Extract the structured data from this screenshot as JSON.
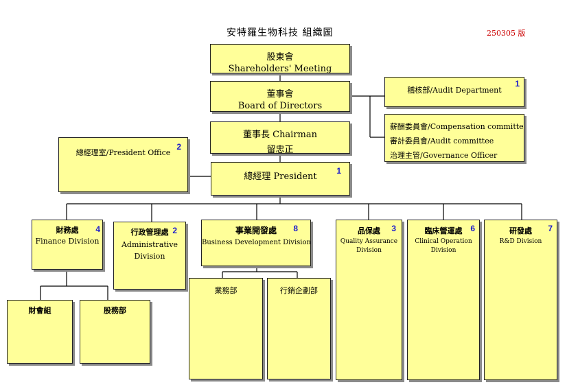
{
  "title": "安特羅生物科技 組織圖",
  "version": "250305 版",
  "shareholders": {
    "zh": "股東會",
    "en": "Shareholders' Meeting"
  },
  "board": {
    "zh": "董事會",
    "en": "Board of Directors"
  },
  "chairman": {
    "zh": "董事長 Chairman",
    "name": "留忠正"
  },
  "audit_dept": {
    "label": "稽核部/Audit Department",
    "count": "1"
  },
  "committees": {
    "items": [
      "薪酬委員會/Compensation committee",
      "審計委員會/Audit committee",
      "治理主管/Governance Officer"
    ]
  },
  "president_office": {
    "label": "總經理室/President Office",
    "count": "2"
  },
  "president": {
    "label": "總經理 President",
    "count": "1"
  },
  "finance": {
    "zh": "財務處",
    "en": "Finance Division",
    "count": "4"
  },
  "admin": {
    "zh": "行政管理處",
    "en1": "Administrative",
    "en2": "Division",
    "count": "2"
  },
  "bizdev": {
    "zh": "事業開發處",
    "en": "Business Development Division",
    "count": "8"
  },
  "qa": {
    "zh": "品保處",
    "en1": "Quality Assurance",
    "en2": "Division",
    "count": "3"
  },
  "clinical": {
    "zh": "臨床營運處",
    "en1": "Clinical Operation",
    "en2": "Division",
    "count": "6"
  },
  "rd": {
    "zh": "研發處",
    "en": "R&D Division",
    "count": "7"
  },
  "accounting": {
    "zh": "財會組"
  },
  "stock": {
    "zh": "股務部"
  },
  "sales": {
    "zh": "業務部"
  },
  "marketing": {
    "zh": "行銷企劃部"
  }
}
